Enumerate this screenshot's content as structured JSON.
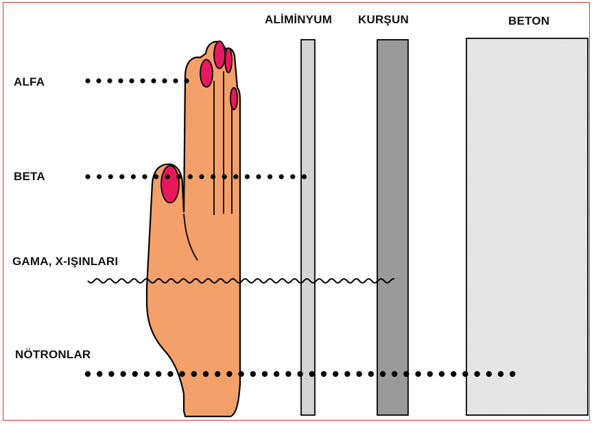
{
  "labels": {
    "aluminum": "ALİMİNYUM",
    "lead": "KURŞUN",
    "concrete": "BETON",
    "alpha": "ALFA",
    "beta": "BETA",
    "gamma": "GAMA, X-IŞINLARI",
    "neutron": "NÖTRONLAR"
  },
  "colors": {
    "skin": "#f4a06a",
    "nail": "#e8185c",
    "aluminum": "#d4d4d4",
    "lead": "#9a9a9a",
    "concrete": "#c8c8c8",
    "frame": "#e03030"
  }
}
